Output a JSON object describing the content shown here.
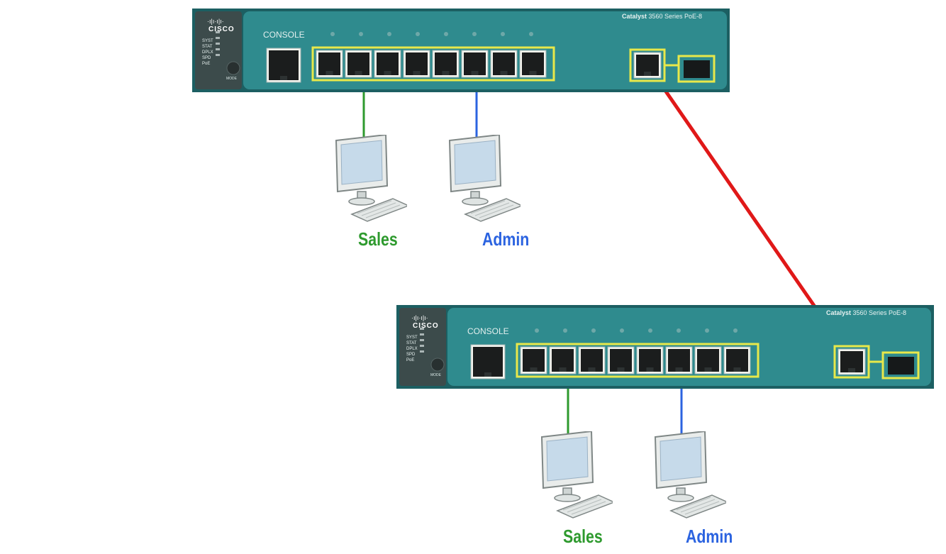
{
  "switches": [
    {
      "brand_bars": "·ı|ı·ı|ı·",
      "brand_word": "CISCO",
      "led_labels": [
        "SYST",
        "STAT",
        "DPLX",
        "SPD",
        "PoE"
      ],
      "mode_label": "MODE",
      "console_label": "CONSOLE",
      "model_bold": "Catalyst",
      "model_rest": " 3560 Series PoE-8"
    },
    {
      "brand_bars": "·ı|ı·ı|ı·",
      "brand_word": "CISCO",
      "led_labels": [
        "SYST",
        "STAT",
        "DPLX",
        "SPD",
        "PoE"
      ],
      "mode_label": "MODE",
      "console_label": "CONSOLE",
      "model_bold": "Catalyst",
      "model_rest": " 3560 Series PoE-8"
    }
  ],
  "pcs": [
    {
      "label": "Sales",
      "color": "#2e9a2e",
      "icon": "desktop-computer-icon"
    },
    {
      "label": "Admin",
      "color": "#2b63e0",
      "icon": "desktop-computer-icon"
    },
    {
      "label": "Sales",
      "color": "#2e9a2e",
      "icon": "desktop-computer-icon"
    },
    {
      "label": "Admin",
      "color": "#2b63e0",
      "icon": "desktop-computer-icon"
    }
  ],
  "links": {
    "sales_color": "#2e9a2e",
    "admin_color": "#2b63e0",
    "trunk_color": "#e01818"
  },
  "colors": {
    "chassis": "#2f8b8e",
    "chassis_dark": "#1c5f62",
    "highlight": "#e8e84a"
  }
}
